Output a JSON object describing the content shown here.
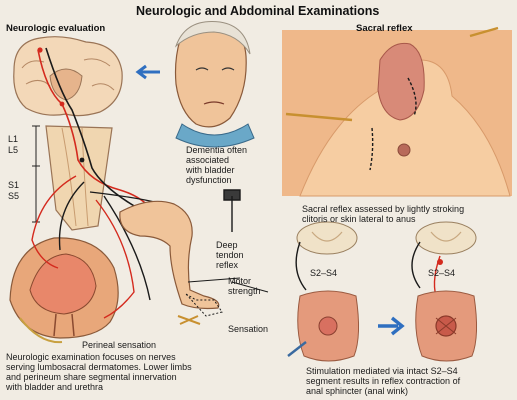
{
  "title": "Neurologic and Abdominal Examinations",
  "headers": {
    "neuro": "Neurologic evaluation",
    "sacral": "Sacral reflex"
  },
  "spine_labels": {
    "l1": "L1",
    "l5": "L5",
    "s1": "S1",
    "s5": "S5"
  },
  "captions": {
    "dementia": [
      "Dementia often",
      "associated",
      "with bladder",
      "dysfunction"
    ],
    "deep_tendon": [
      "Deep",
      "tendon",
      "reflex"
    ],
    "motor": [
      "Motor",
      "strength"
    ],
    "sensation": "Sensation",
    "perineal": "Perineal sensation",
    "neuro_exam": [
      "Neurologic examination focuses on nerves",
      "serving lumbosacral dermatomes. Lower limbs",
      "and perineum share segmental innervation",
      "with bladder and urethra"
    ],
    "sacral_assess": [
      "Sacral reflex assessed by lightly stroking",
      "clitoris or skin lateral to anus"
    ],
    "s2_left": "S2–S4",
    "s2_right": "S2–S4",
    "stimulation": [
      "Stimulation mediated via intact S2–S4",
      "segment results in reflex contraction of",
      "anal sphincter (anal wink)"
    ]
  },
  "colors": {
    "background": "#f1ece3",
    "skin": "#f0c49a",
    "skin_shadow": "#d89a6a",
    "nerve_red": "#d42a1e",
    "nerve_black": "#1a1a1a",
    "arrow_blue": "#2f6fc0",
    "bladder_pink": "#e8876a"
  }
}
